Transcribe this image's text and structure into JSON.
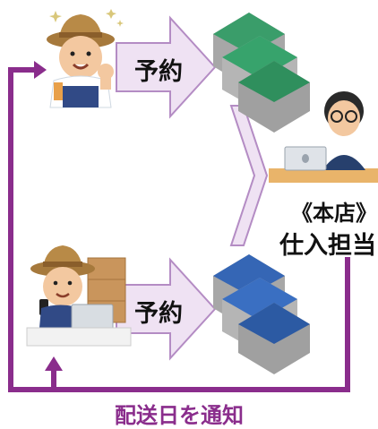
{
  "labels": {
    "reserve_top": "予約",
    "reserve_bottom": "予約",
    "branch": "《本店》",
    "role": "仕入担当",
    "notify": "配送日を通知"
  },
  "colors": {
    "arrow_fill": "#efe2f3",
    "arrow_stroke": "#b48cc4",
    "loop_line": "#8a2d8c",
    "warehouse_green": "#3a9d6a",
    "warehouse_blue": "#3566b5",
    "wall": "#a7a7a7"
  },
  "icons": {
    "farmer_top": "farmer-icon",
    "farmer_bottom": "farmer-with-laptop-icon",
    "warehouse_top": "green-warehouse-icon",
    "warehouse_bottom": "blue-warehouse-icon",
    "buyer": "buyer-at-laptop-icon"
  }
}
